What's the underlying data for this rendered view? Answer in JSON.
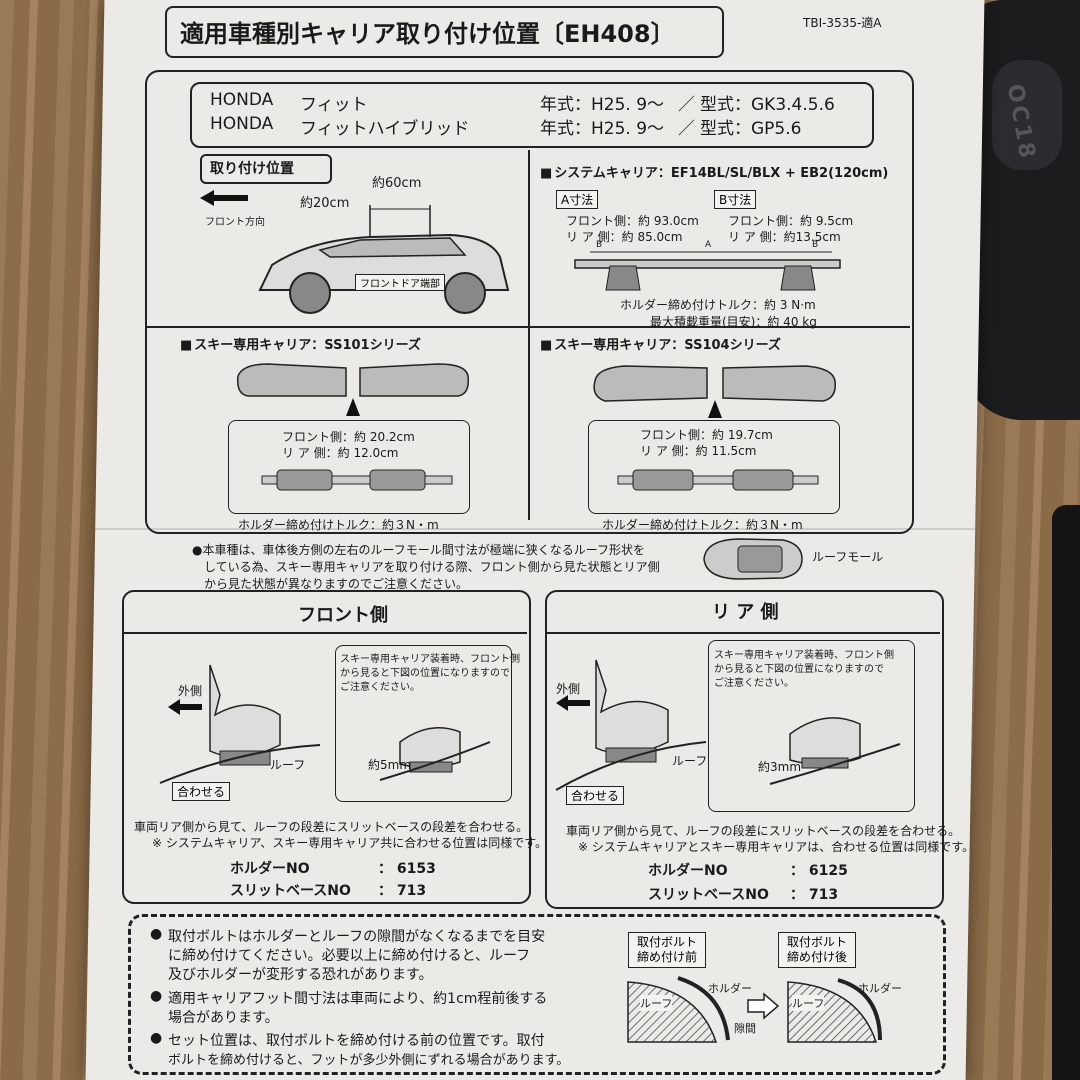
{
  "header": {
    "title": "適用車種別キャリア取り付け位置〔EH408〕",
    "doc_code": "TBI-3535-適A"
  },
  "vehicles": [
    {
      "make": "HONDA",
      "model": "フィット",
      "year": "年式：H25. 9〜",
      "sep": "／",
      "type": "型式：GK3.4.5.6"
    },
    {
      "make": "HONDA",
      "model": "フィットハイブリッド",
      "year": "年式：H25. 9〜",
      "sep": "／",
      "type": "型式：GP5.6"
    }
  ],
  "mount": {
    "title": "取り付け位置",
    "dist_20": "約20cm",
    "dist_60": "約60cm",
    "front_dir": "フロント方向",
    "front_door": "フロントドア端部"
  },
  "system": {
    "title": "システムキャリア：EF14BL/SL/BLX + EB2(120cm)",
    "a_label": "A寸法",
    "a_front": "フロント側：約 93.0cm",
    "a_rear": "リ ア 側：約 85.0cm",
    "b_label": "B寸法",
    "b_front": "フロント側：約 9.5cm",
    "b_rear": "リ ア 側：約13.5cm",
    "mark_a": "A",
    "mark_b": "B",
    "torque": "ホルダー締め付けトルク：約 3 N·m",
    "max_load": "最大積載重量(目安)：約 40 kg"
  },
  "ski101": {
    "title": "スキー専用キャリア：SS101シリーズ",
    "front": "フロント側：約 20.2cm",
    "rear": "リ ア 側：約 12.0cm",
    "torque": "ホルダー締め付けトルク：約３N・m"
  },
  "ski104": {
    "title": "スキー専用キャリア：SS104シリーズ",
    "front": "フロント側：約 19.7cm",
    "rear": "リ ア 側：約 11.5cm",
    "torque": "ホルダー締め付けトルク：約３N・m"
  },
  "notice": {
    "line1": "●本車種は、車体後方側の左右のルーフモール間寸法が極端に狭くなるルーフ形状を",
    "line2": "している為、スキー専用キャリアを取り付ける際、フロント側から見た状態とリア側",
    "line3": "から見た状態が異なりますのでご注意ください。",
    "roof_mall": "ルーフモール"
  },
  "front_panel": {
    "title": "フロント側",
    "outer": "外側",
    "roof": "ルーフ",
    "align": "合わせる",
    "ski_note1": "スキー専用キャリア装着時、フロント側",
    "ski_note2": "から見ると下図の位置になりますので",
    "ski_note3": "ご注意ください。",
    "gap": "約5mm",
    "desc1": "車両リア側から見て、ルーフの段差にスリットベースの段差を合わせる。",
    "desc2": "※ システムキャリア、スキー専用キャリア共に合わせる位置は同様です。",
    "holder_label": "ホルダーNO",
    "holder_no": "：  6153",
    "base_label": "スリットベースNO",
    "base_no": "：  713"
  },
  "rear_panel": {
    "title": "リ ア 側",
    "outer": "外側",
    "roof": "ルーフ",
    "align": "合わせる",
    "ski_note1": "スキー専用キャリア装着時、フロント側",
    "ski_note2": "から見ると下図の位置になりますので",
    "ski_note3": "ご注意ください。",
    "gap": "約3mm",
    "desc1": "車両リア側から見て、ルーフの段差にスリットベースの段差を合わせる。",
    "desc2": "※ システムキャリアとスキー専用キャリアは、合わせる位置は同様です。",
    "holder_label": "ホルダーNO",
    "holder_no": "：  6125",
    "base_label": "スリットベースNO",
    "base_no": "：  713"
  },
  "cautions": {
    "b1_l1": "取付ボルトはホルダーとルーフの隙間がなくなるまでを目安",
    "b1_l2": "に締め付けてください。必要以上に締め付けると、ルーフ",
    "b1_l3": "及びホルダーが変形する恐れがあります。",
    "b2_l1": "適用キャリアフット間寸法は車両により、約1cm程前後する",
    "b2_l2": "場合があります。",
    "b3_l1": "セット位置は、取付ボルトを締め付ける前の位置です。取付",
    "b3_l2": "ボルトを締め付けると、フットが多少外側にずれる場合があります。",
    "before_l1": "取付ボルト",
    "before_l2": "締め付け前",
    "after_l1": "取付ボルト",
    "after_l2": "締め付け後",
    "holder": "ホルダー",
    "roof": "ルーフ",
    "gap": "隙間"
  }
}
